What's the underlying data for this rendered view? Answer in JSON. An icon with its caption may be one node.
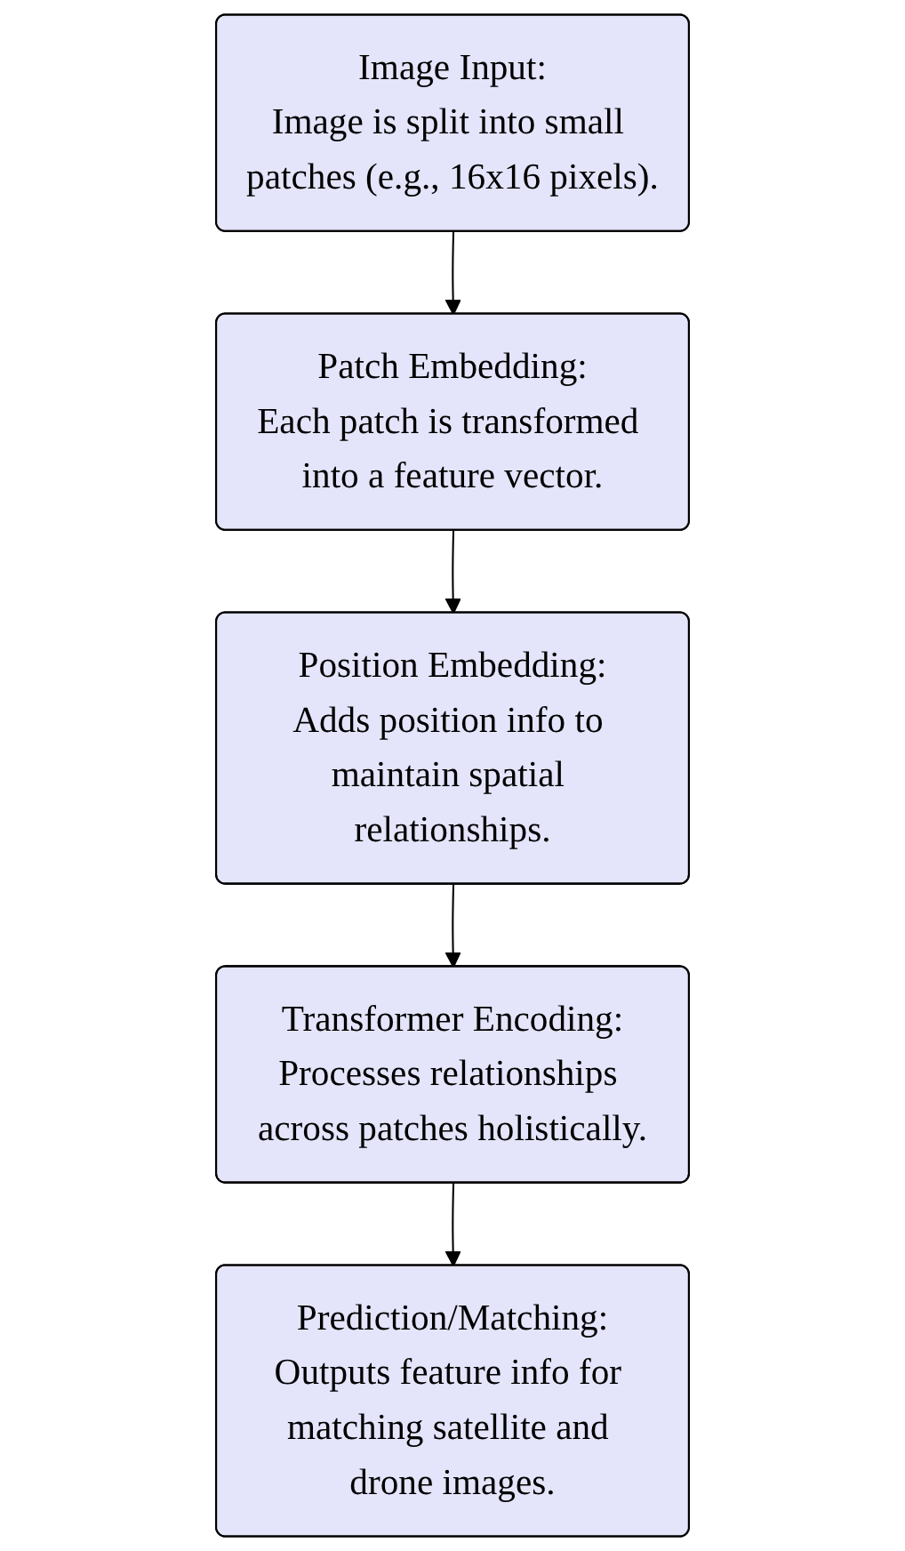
{
  "diagram": {
    "nodes": [
      {
        "text": [
          "Image Input:",
          "Image is split into small patches (e.g., 16x16 pixels)."
        ]
      },
      {
        "text": [
          "Patch Embedding:",
          "Each patch is transformed into a feature vector."
        ]
      },
      {
        "text": [
          "Position Embedding:",
          "Adds position info to maintain spatial relationships."
        ]
      },
      {
        "text": [
          "Transformer Encoding:",
          "Processes relationships across patches holistically."
        ]
      },
      {
        "text": [
          "Prediction/Matching:",
          "Outputs feature info for matching satellite and drone images."
        ]
      }
    ],
    "edges": [
      {
        "from": 0,
        "to": 1,
        "arrow": "to"
      },
      {
        "from": 1,
        "to": 2,
        "arrow": "to"
      },
      {
        "from": 2,
        "to": 3,
        "arrow": "to"
      },
      {
        "from": 3,
        "to": 4,
        "arrow": "to"
      }
    ]
  }
}
